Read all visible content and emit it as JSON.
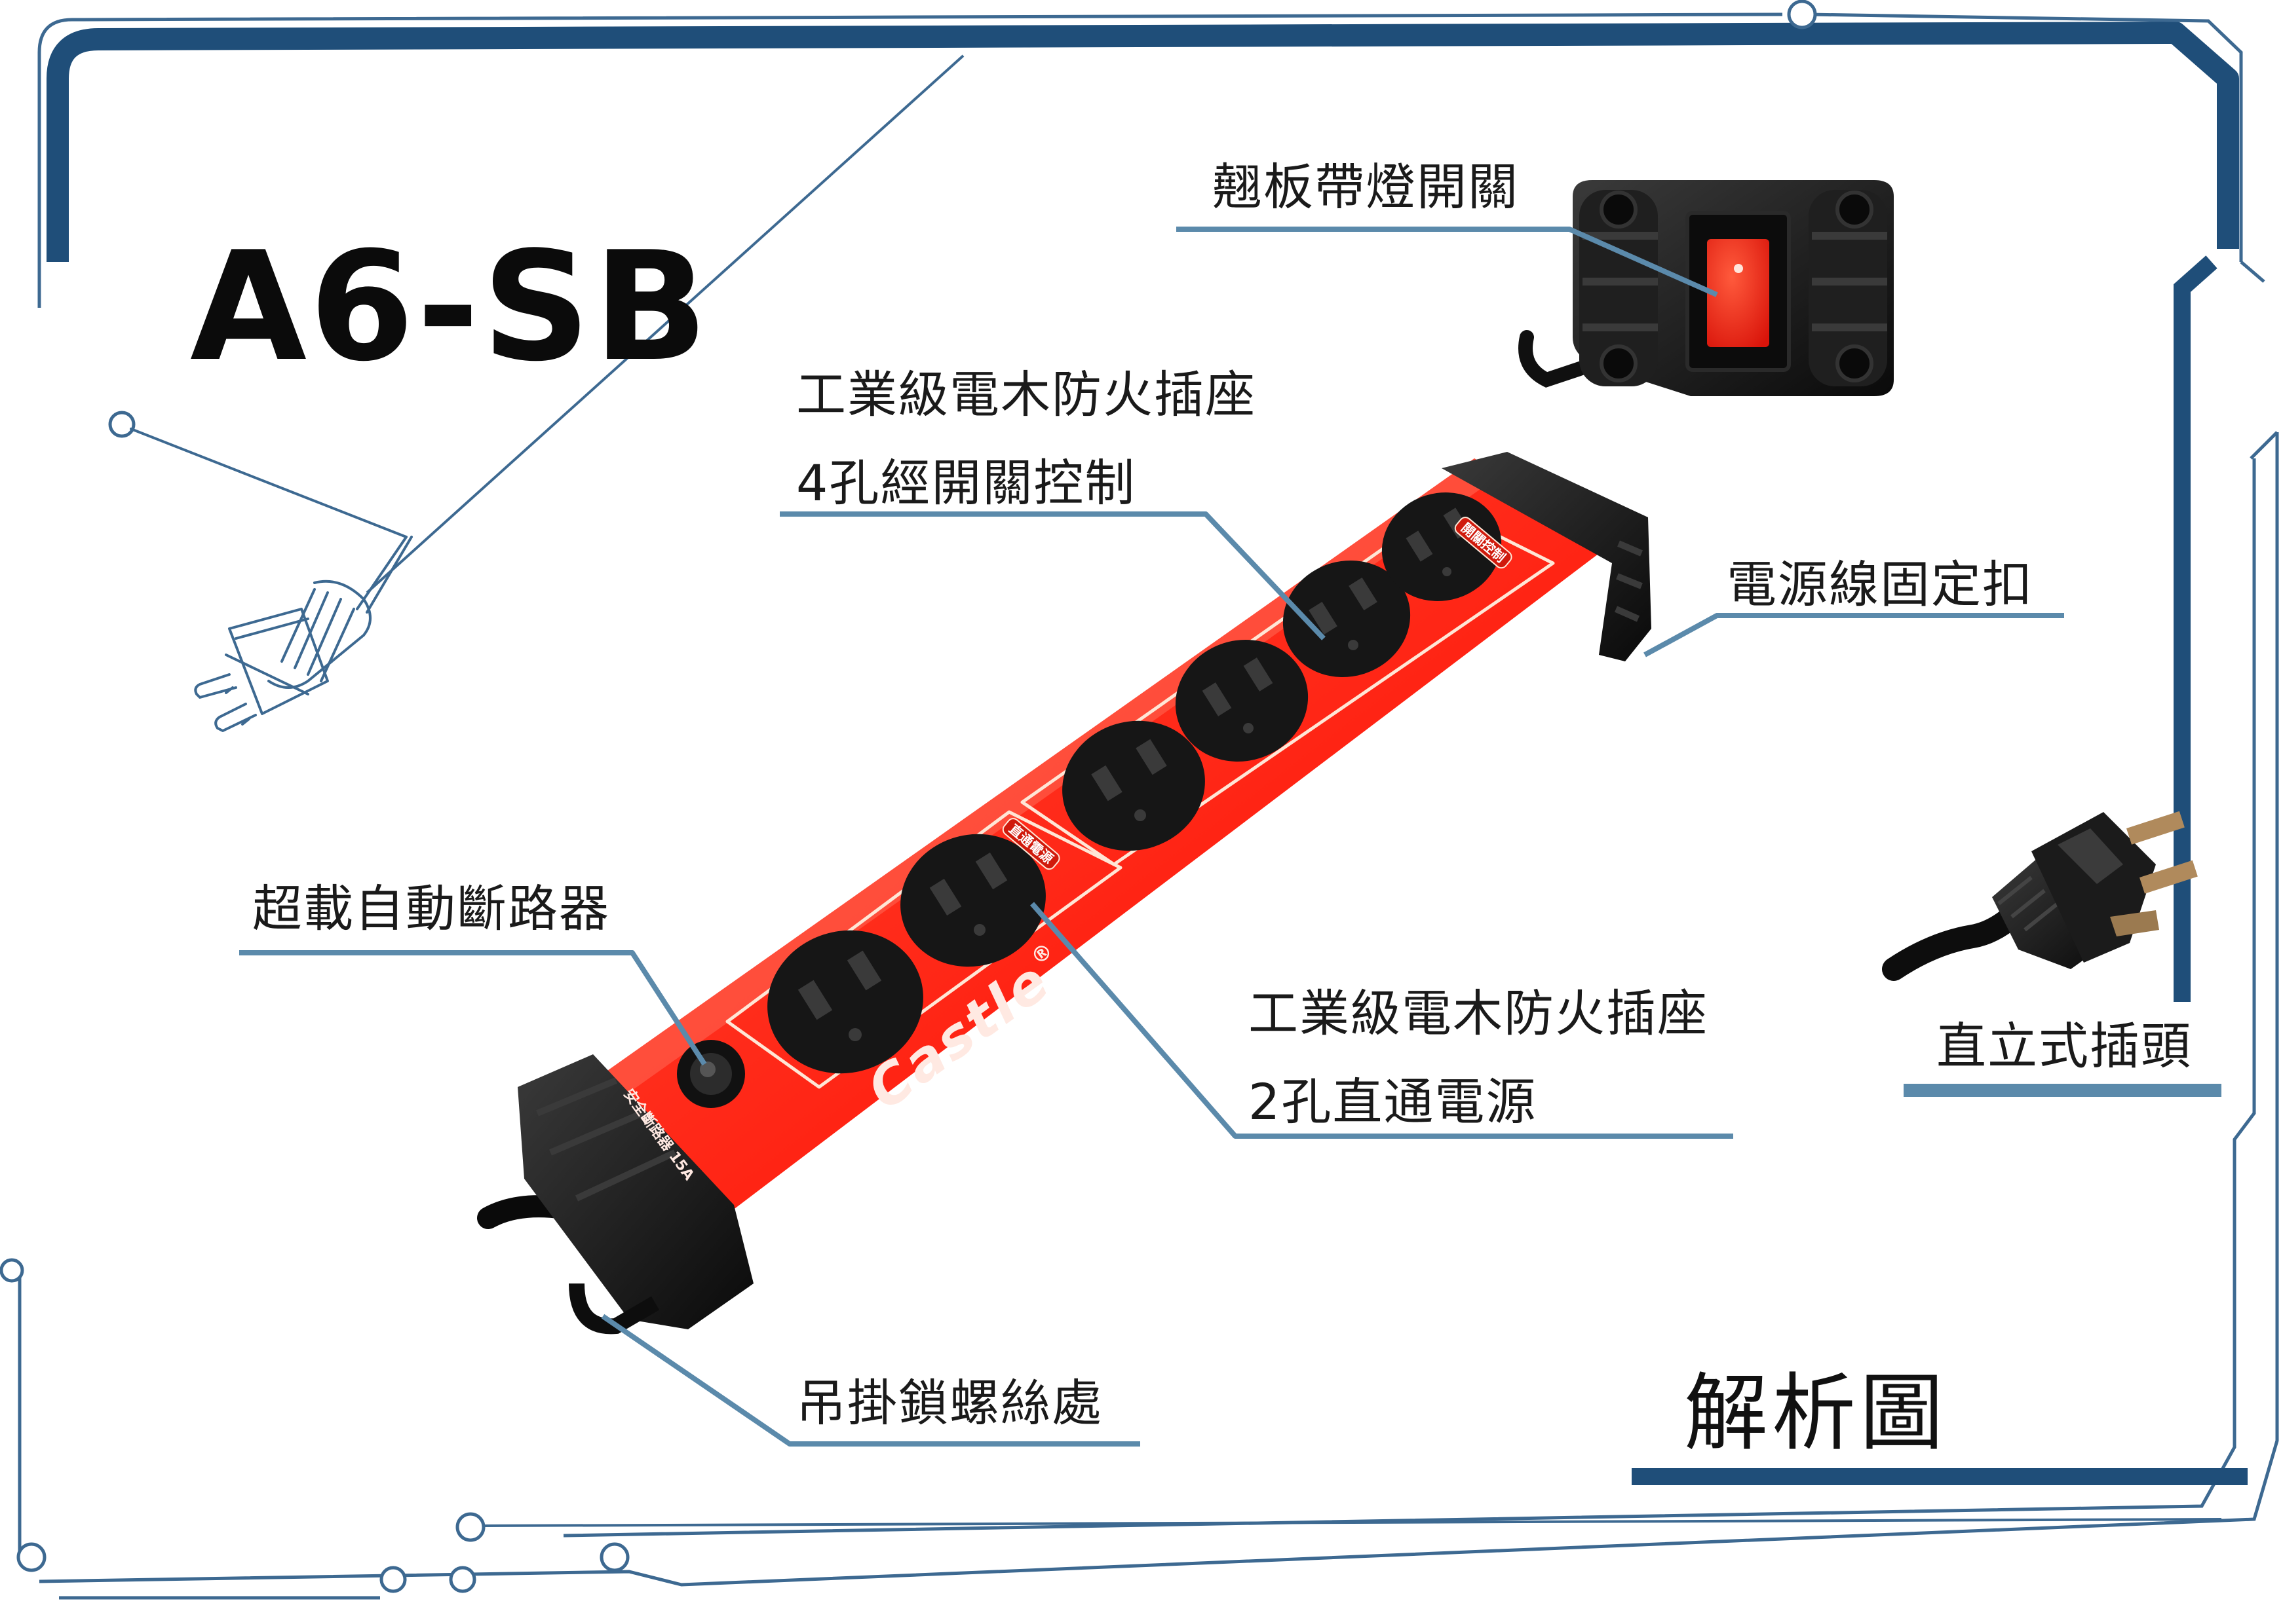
{
  "model": "A6-SB",
  "diagram_title": "解析圖",
  "callouts": {
    "rocker_switch": "翹板帶燈開關",
    "socket_top_line1": "工業級電木防火插座",
    "socket_top_line2": "4孔經開關控制",
    "cord_clamp": "電源線固定扣",
    "breaker": "超載自動斷路器",
    "socket_bottom_line1": "工業級電木防火插座",
    "socket_bottom_line2": "2孔直通電源",
    "plug_type": "直立式插頭",
    "hanging_slot": "吊掛鎖螺絲處"
  },
  "product_print": {
    "brand": "Castle",
    "trademark": "®",
    "breaker_rating": "安全斷路器 15A",
    "zone_direct": "直通電源",
    "zone_switched": "開關控制"
  },
  "colors": {
    "frame_navy": "#1f4e79",
    "thin_line": "#3d6991",
    "leader": "#5b8aab",
    "body_red": "#ff2d1a",
    "body_red_dark": "#c81a0c",
    "black_part": "#151515"
  }
}
